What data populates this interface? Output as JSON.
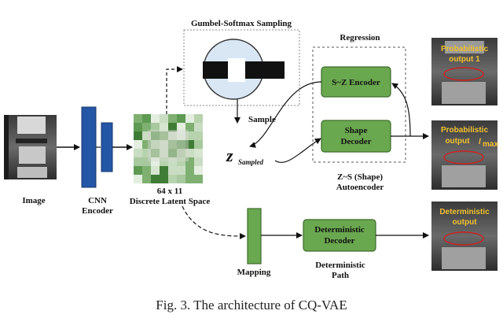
{
  "gumbel": {
    "title": "Gumbel-Softmax Sampling",
    "sample_label": "Sample"
  },
  "regression": {
    "title": "Regression",
    "encoder_label": "S~Z Encoder",
    "decoder_line1": "Shape",
    "decoder_line2": "Decoder",
    "autoencoder_line1": "Z~S (Shape)",
    "autoencoder_line2": "Autoencoder"
  },
  "z_sampled": {
    "symbol": "z",
    "subscript": "Sampled"
  },
  "input": {
    "label": "Image"
  },
  "cnn": {
    "line1": "CNN",
    "line2": "Encoder"
  },
  "latent": {
    "line1": "64 x 11",
    "line2": "Discrete Latent Space"
  },
  "mapping": {
    "label": "Mapping"
  },
  "deterministic": {
    "decoder_line1": "Deterministic",
    "decoder_line2": "Decoder",
    "path_line1": "Deterministic",
    "path_line2": "Path"
  },
  "outputs": {
    "prob1_line1": "Probabilistic",
    "prob1_line2": "output 1",
    "probN_line1": "Probabilistic",
    "probN_line2": "output",
    "probN_sub": "l",
    "probN_subsub": "max",
    "det_line1": "Deterministic",
    "det_line2": "output"
  },
  "caption": "Fig. 3. The architecture of CQ-VAE",
  "colors": {
    "green_fill": "#6aa84f",
    "green_stroke": "#3d6b2b",
    "blue_fill": "#2456a6",
    "overlay_text": "#f2c230",
    "contour": "#cc2222"
  }
}
